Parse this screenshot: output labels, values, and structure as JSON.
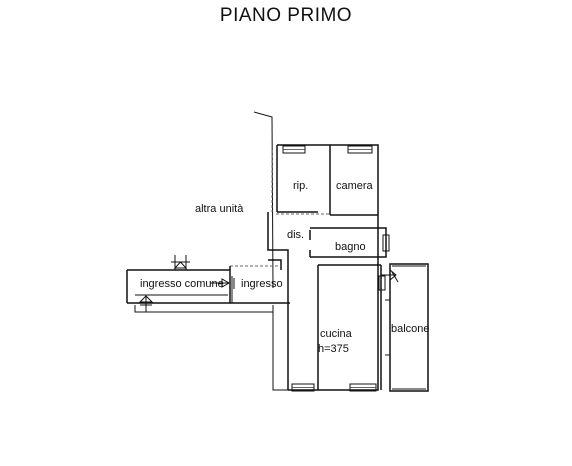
{
  "title": "PIANO PRIMO",
  "rooms": {
    "rip": "rip.",
    "camera": "camera",
    "altra_unita": "altra unità",
    "dis": "dis.",
    "bagno": "bagno",
    "ingresso_comune": "ingresso comune",
    "ingresso": "ingresso",
    "cucina": "cucina",
    "cucina_height": "h=375",
    "balcone": "balcone"
  }
}
